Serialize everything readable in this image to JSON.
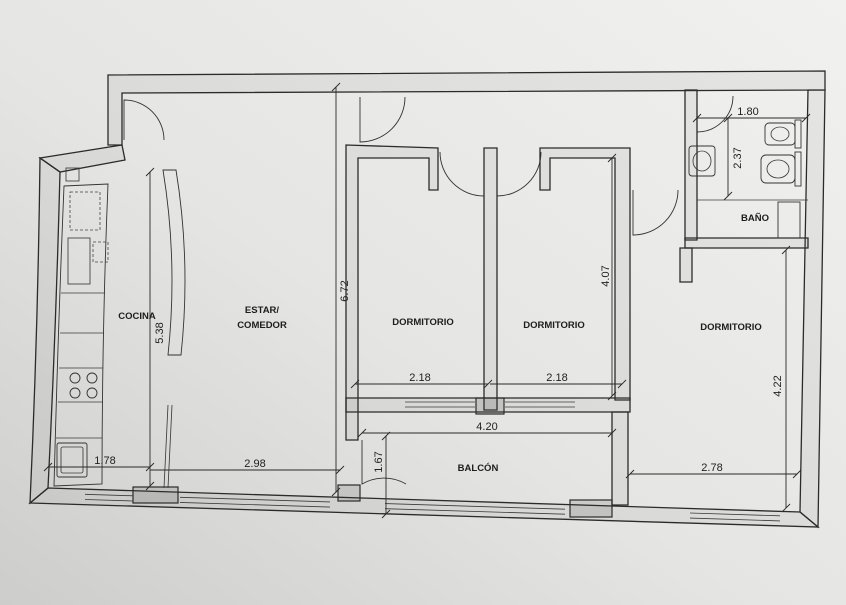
{
  "rooms": {
    "cocina": "COCINA",
    "estar_comedor": [
      "ESTAR/",
      "COMEDOR"
    ],
    "dormitorio_1": "DORMITORIO",
    "dormitorio_2": "DORMITORIO",
    "dormitorio_3": "DORMITORIO",
    "bano": "BAÑO",
    "balcon": "BALCÓN"
  },
  "dimensions": {
    "bano_ancho": "1.80",
    "bano_largo": "2.37",
    "estar_largo": "6.72",
    "cocina_largo": "5.38",
    "dormitorio_2_largo": "4.07",
    "dormitorio_3_largo": "4.22",
    "dormitorio_1_ancho": "2.18",
    "dormitorio_2_ancho": "2.18",
    "balcon_ancho": "4.20",
    "cocina_ancho": "1.78",
    "estar_ancho": "2.98",
    "balcon_largo": "1.67",
    "dormitorio_3_ancho": "2.78"
  },
  "colors": {
    "paper": "#e9e9e7",
    "ink": "#2b2b2b"
  }
}
